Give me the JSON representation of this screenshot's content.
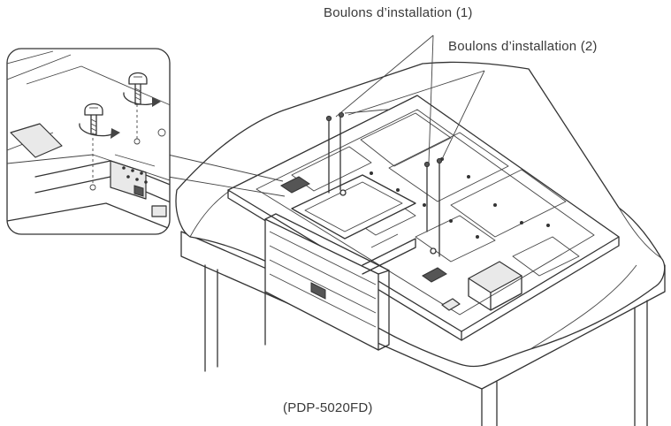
{
  "labels": {
    "bolts_1": "Boulons d’installation (1)",
    "bolts_2": "Boulons d’installation (2)",
    "model": "(PDP-5020FD)"
  },
  "colors": {
    "line": "#333333",
    "background": "#ffffff",
    "arrow": "#444444"
  },
  "icons": [
    "bolt-icon",
    "rotate-arrow-icon",
    "leader-line"
  ]
}
